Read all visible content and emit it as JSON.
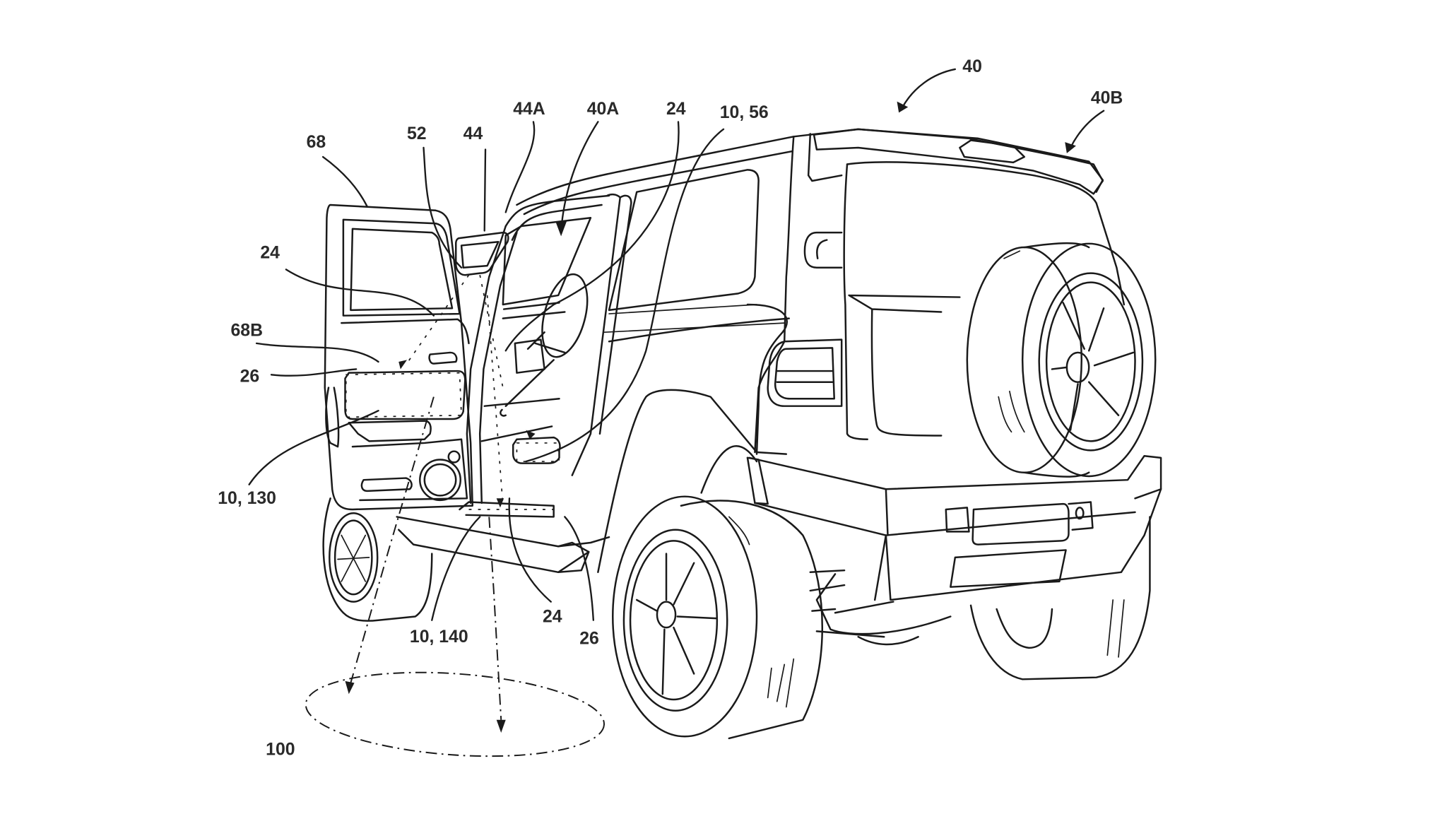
{
  "figure": {
    "title": "Patent drawing: vehicle with illuminated door and running-board lighting",
    "line_color": "#1a1a1a",
    "background": "#ffffff"
  },
  "labels": {
    "vehicle": "40",
    "front_side": "40A",
    "rear_side": "40B",
    "door": "68",
    "door_inner": "68B",
    "mirror": "44",
    "mirror_housing": "44A",
    "light_source_mirror": "52",
    "light_24_door": "24",
    "light_26_door": "26",
    "light_24_top": "24",
    "system_56": "10, 56",
    "system_130": "10, 130",
    "system_140": "10, 140",
    "light_24_bottom": "24",
    "light_26_bottom": "26",
    "ground_pattern": "100"
  }
}
